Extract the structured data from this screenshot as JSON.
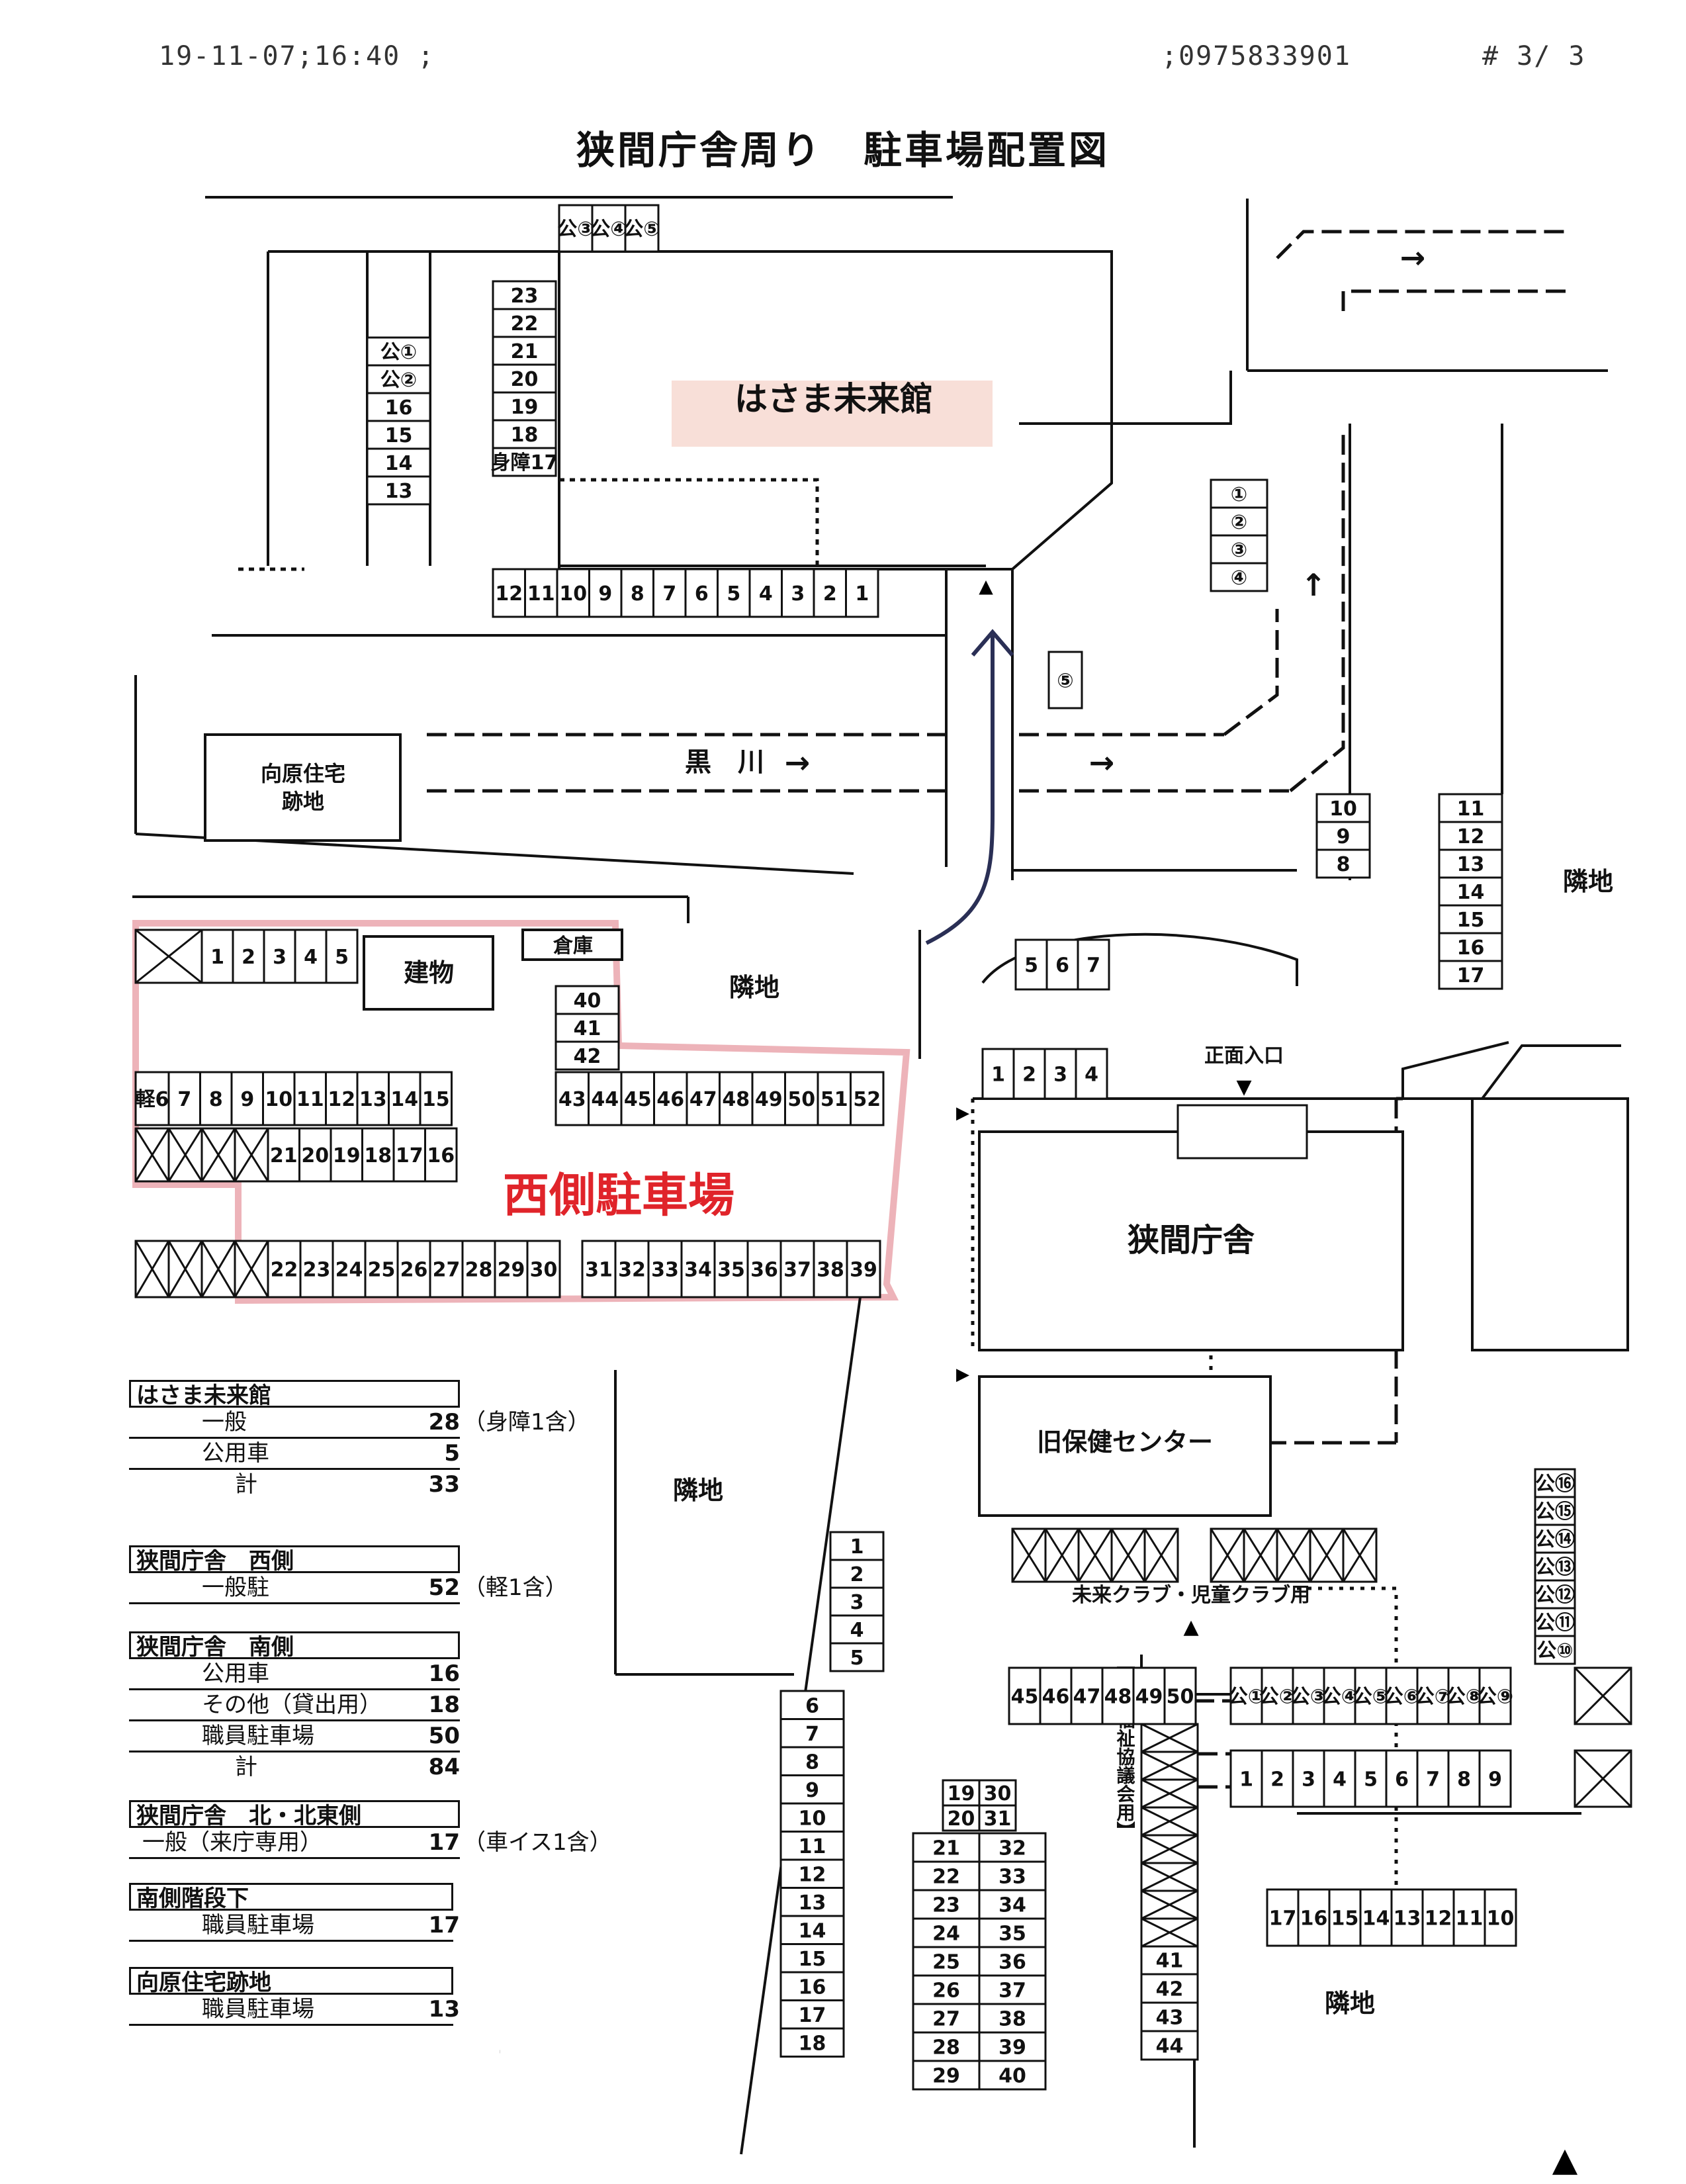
{
  "fax_header": {
    "datetime": "19-11-07;16:40 ;",
    "fax_number": ";0975833901",
    "page": "# 3/ 3"
  },
  "title": "狭間庁舎周り　駐車場配置図",
  "places": {
    "mirai_kan": "はさま未来館",
    "kurokawa": "黒　川",
    "mukaebaru_a": "向原住宅",
    "mukaebaru_b": "跡地",
    "tatemono": "建物",
    "souko": "倉庫",
    "rinchi_1": "隣地",
    "rinchi_2": "隣地",
    "rinchi_3": "隣地",
    "rinchi_4": "隣地",
    "west_lot": "西側駐車場",
    "main_entrance": "正面入口",
    "choisha": "狭間庁舎",
    "old_health": "旧保健センター",
    "club_use": "未来クラブ・児童クラブ用",
    "shakyo": "【社会福祉協議会用】",
    "kei": "軽",
    "wheelchair": "車イス",
    "shougai": "身障"
  },
  "lots": {
    "mirai_left": [
      "公①",
      "公②",
      "16",
      "15",
      "14",
      "13"
    ],
    "mirai_mid": [
      "23",
      "22",
      "21",
      "20",
      "19",
      "18",
      "身障17"
    ],
    "mirai_top": [
      "公③",
      "公④",
      "公⑤"
    ],
    "mirai_bottom": [
      "12",
      "11",
      "10",
      "9",
      "8",
      "7",
      "6",
      "5",
      "4",
      "3",
      "2",
      "1"
    ],
    "ne_column": [
      "①",
      "②",
      "③",
      "④"
    ],
    "ne_single": "⑤",
    "ne_left": [
      "10",
      "9",
      "8"
    ],
    "ne_right": [
      "11",
      "12",
      "13",
      "14",
      "15",
      "16",
      "17"
    ],
    "north_5_7": [
      "5",
      "6",
      "7"
    ],
    "north_1_4": [
      "1",
      "2",
      "3",
      "4"
    ],
    "west_top": [
      "1",
      "2",
      "3",
      "4",
      "5"
    ],
    "west_40_42": [
      "40",
      "41",
      "42"
    ],
    "west_43_52": [
      "43",
      "44",
      "45",
      "46",
      "47",
      "48",
      "49",
      "50",
      "51",
      "52"
    ],
    "west_7_15": [
      "7",
      "8",
      "9",
      "10",
      "11",
      "12",
      "13",
      "14",
      "15"
    ],
    "west_16_21": [
      "21",
      "20",
      "19",
      "18",
      "17",
      "16"
    ],
    "west_22_30": [
      "22",
      "23",
      "24",
      "25",
      "26",
      "27",
      "28",
      "29",
      "30"
    ],
    "west_31_39": [
      "31",
      "32",
      "33",
      "34",
      "35",
      "36",
      "37",
      "38",
      "39"
    ],
    "south_1_5": [
      "1",
      "2",
      "3",
      "4",
      "5"
    ],
    "south_6_18": [
      "6",
      "7",
      "8",
      "9",
      "10",
      "11",
      "12",
      "13",
      "14",
      "15",
      "16",
      "17",
      "18"
    ],
    "south_grid_left": [
      "19",
      "20",
      "21",
      "22",
      "23",
      "24",
      "25",
      "26",
      "27",
      "28",
      "29"
    ],
    "south_grid_right": [
      "30",
      "31",
      "32",
      "33",
      "34",
      "35",
      "36",
      "37",
      "38",
      "39",
      "40"
    ],
    "south_45_50": [
      "45",
      "46",
      "47",
      "48",
      "49",
      "50"
    ],
    "south_41_44": [
      "41",
      "42",
      "43",
      "44"
    ],
    "public_row": [
      "公①",
      "公②",
      "公③",
      "公④",
      "公⑤",
      "公⑥",
      "公⑦",
      "公⑧",
      "公⑨"
    ],
    "public_col": [
      "公⑯",
      "公⑮",
      "公⑭",
      "公⑬",
      "公⑫",
      "公⑪",
      "公⑩"
    ],
    "stairs_row": [
      "1",
      "2",
      "3",
      "4",
      "5",
      "6",
      "7",
      "8",
      "9"
    ],
    "stairs_row2": [
      "17",
      "16",
      "15",
      "14",
      "13",
      "12",
      "11",
      "10"
    ]
  },
  "legend": {
    "mirai": {
      "head": "はさま未来館",
      "r1": "一般",
      "v1": "28",
      "n1": "（身障1含）",
      "r2": "公用車",
      "v2": "5",
      "tot": "計",
      "vt": "33"
    },
    "west": {
      "head": "狭間庁舎　西側",
      "r1": "一般駐",
      "v1": "52",
      "n1": "（軽1含）"
    },
    "south": {
      "head": "狭間庁舎　南側",
      "r1": "公用車",
      "v1": "16",
      "r2": "その他（貸出用）",
      "v2": "18",
      "r3": "職員駐車場",
      "v3": "50",
      "tot": "計",
      "vt": "84"
    },
    "north": {
      "head": "狭間庁舎　北・北東側",
      "r1": "一般（来庁専用）",
      "v1": "17",
      "n1": "（車イス1含）"
    },
    "stairs": {
      "head": "南側階段下",
      "r1": "職員駐車場",
      "v1": "17"
    },
    "mukaebaru": {
      "head": "向原住宅跡地",
      "r1": "職員駐車場",
      "v1": "13"
    }
  },
  "colors": {
    "highlight": "#e8a0a8",
    "handwriting": "#e0242a",
    "ink": "#111111"
  }
}
